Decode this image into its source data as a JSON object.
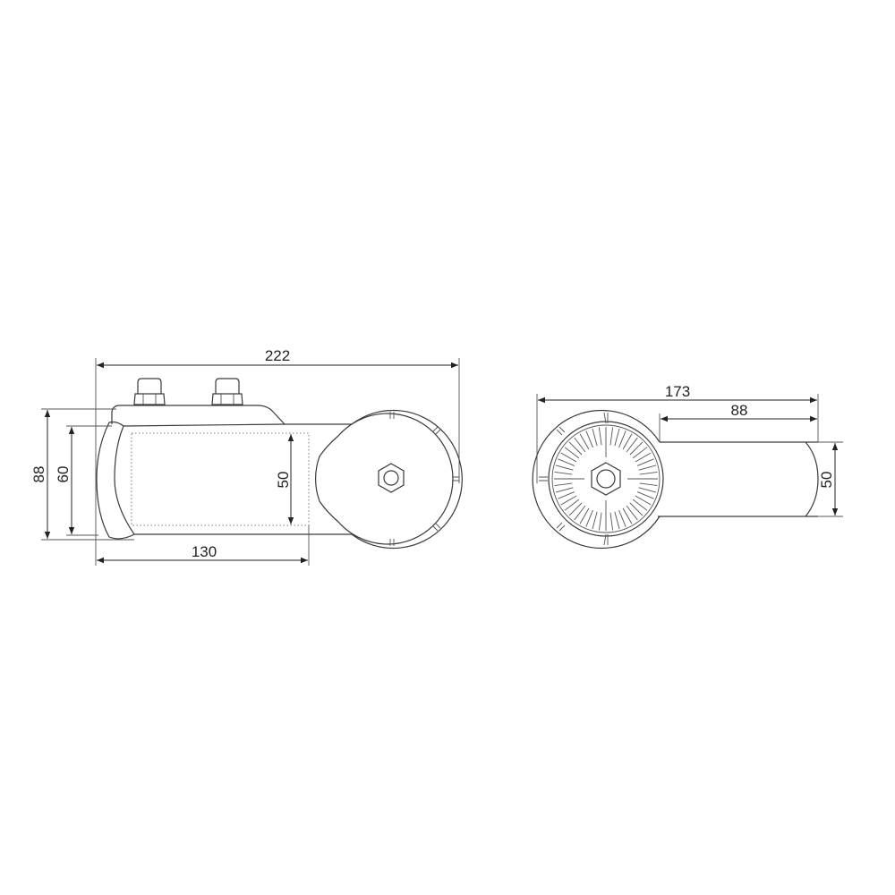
{
  "side_view": {
    "overall_length": "222",
    "overall_height": "88",
    "collar_height": "60",
    "pole_diameter": "50",
    "pole_insertion_depth": "130"
  },
  "top_view": {
    "overall_length": "173",
    "tube_length": "88",
    "tube_diameter": "50"
  },
  "colors": {
    "line": "#3a3a3a",
    "background": "#ffffff"
  }
}
